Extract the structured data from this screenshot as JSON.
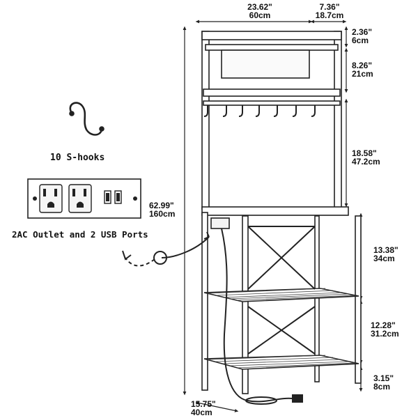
{
  "dimensions": {
    "width": {
      "in": "23.62\"",
      "cm": "60cm"
    },
    "side_depth": {
      "in": "7.36\"",
      "cm": "18.7cm"
    },
    "top_gap": {
      "in": "2.36\"",
      "cm": "6cm"
    },
    "top_shelf": {
      "in": "8.26\"",
      "cm": "21cm"
    },
    "hook_section": {
      "in": "18.58\"",
      "cm": "47.2cm"
    },
    "total_height": {
      "in": "62.99\"",
      "cm": "160cm"
    },
    "mid_shelf": {
      "in": "13.38\"",
      "cm": "34cm"
    },
    "low_shelf": {
      "in": "12.28\"",
      "cm": "31.2cm"
    },
    "foot_gap": {
      "in": "3.15\"",
      "cm": "8cm"
    },
    "depth": {
      "in": "15.75\"",
      "cm": "40cm"
    }
  },
  "features": {
    "hooks_label": "10 S-hooks",
    "outlet_label": "2AC Outlet and 2 USB Ports"
  }
}
